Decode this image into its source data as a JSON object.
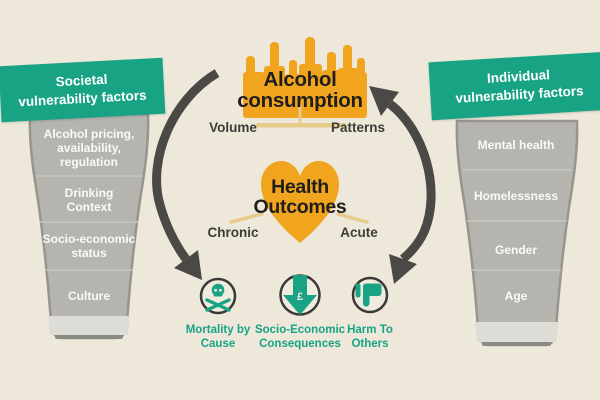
{
  "left_panel": {
    "banner_label": "Societal\nvulnerability factors",
    "glass_items": [
      "Alcohol pricing,\navailability,\nregulation",
      "Drinking\nContext",
      "Socio-economic\nstatus",
      "Culture"
    ]
  },
  "right_panel": {
    "banner_label": "Individual\nvulnerability factors",
    "glass_items": [
      "Mental health",
      "Homelessness",
      "Gender",
      "Age"
    ]
  },
  "consumption": {
    "title": "Alcohol\nconsumption",
    "left_label": "Volume",
    "right_label": "Patterns",
    "icon": "alcohol-bottles-icon"
  },
  "outcomes": {
    "title": "Health\nOutcomes",
    "left_label": "Chronic",
    "right_label": "Acute",
    "icon": "heart-icon"
  },
  "harms": [
    {
      "icon": "skull-crossbones-icon",
      "label": "Mortality by\nCause"
    },
    {
      "icon": "pound-decline-icon",
      "label": "Socio-Economic\nConsequences",
      "symbol": "£"
    },
    {
      "icon": "thumbs-down-icon",
      "label": "Harm To\nOthers"
    }
  ],
  "colors": {
    "background": "#EDE8DA",
    "teal": "#18A385",
    "amber": "#F1A51F",
    "amber_light": "#E6CB8C",
    "glass_grey": "#B5B4AF",
    "arrow_dark": "#4B4945",
    "heading_text": "#1F1E1C",
    "label_text": "#3E3C38",
    "white": "#FFFFFF"
  }
}
